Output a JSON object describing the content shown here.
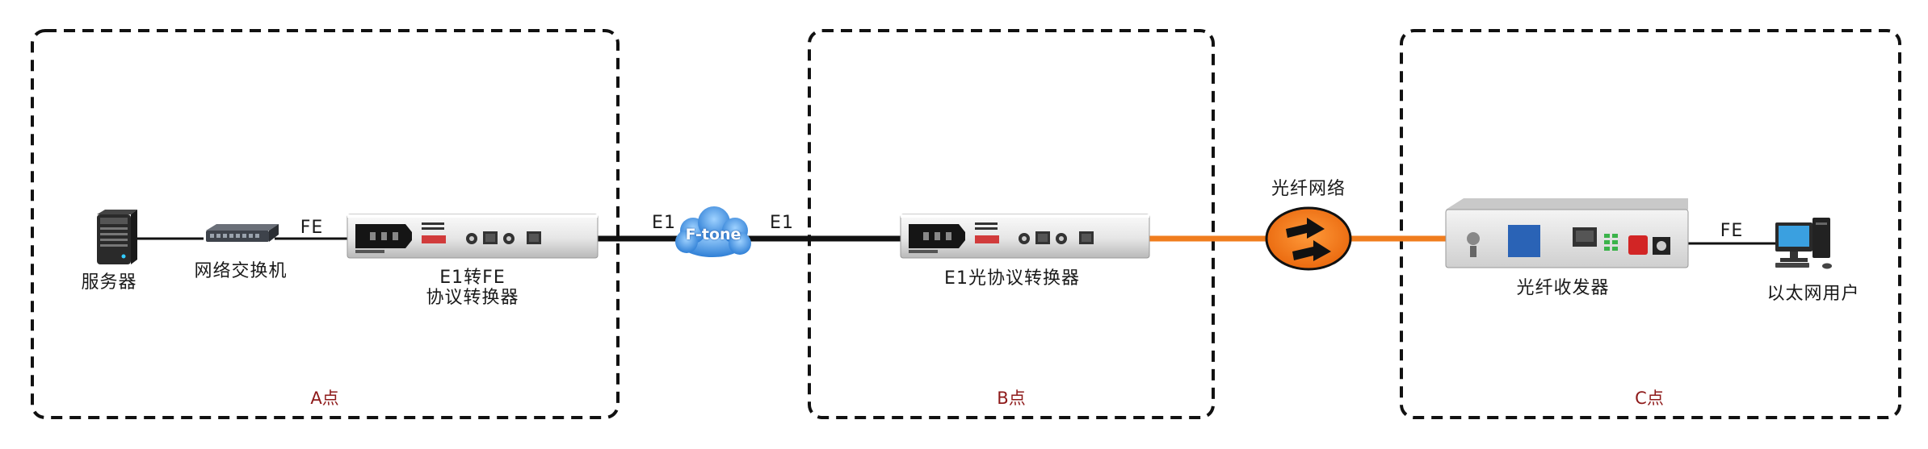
{
  "colors": {
    "copper_link": "#111111",
    "fiber_link": "#f07d1e",
    "fiber_cloud": "#f47a18",
    "point_label": "#8e1a1a",
    "e1_cloud": "#3b8fe0",
    "media_converter_logo": "#2a63b6"
  },
  "zones": [
    {
      "id": "A",
      "label": "A点"
    },
    {
      "id": "B",
      "label": "B点"
    },
    {
      "id": "C",
      "label": "C点"
    }
  ],
  "devices": {
    "server": {
      "label": "服务器",
      "icon": "server-tower-icon"
    },
    "switch": {
      "label": "网络交换机",
      "icon": "network-switch-icon"
    },
    "converter_a": {
      "label_line1": "E1转FE",
      "label_line2": "协议转换器",
      "icon": "protocol-converter-device"
    },
    "converter_b": {
      "label": "E1光协议转换器",
      "icon": "optical-protocol-converter-device"
    },
    "media_converter": {
      "label": "光纤收发器",
      "icon": "fiber-media-converter-device"
    },
    "user": {
      "label": "以太网用户",
      "icon": "desktop-pc-icon"
    }
  },
  "links": {
    "fe_left": "FE",
    "e1_left": "E1",
    "e1_right": "E1",
    "fe_right": "FE",
    "fiber_network": "光纤网络"
  },
  "cloud": {
    "brand": "F-tone"
  }
}
